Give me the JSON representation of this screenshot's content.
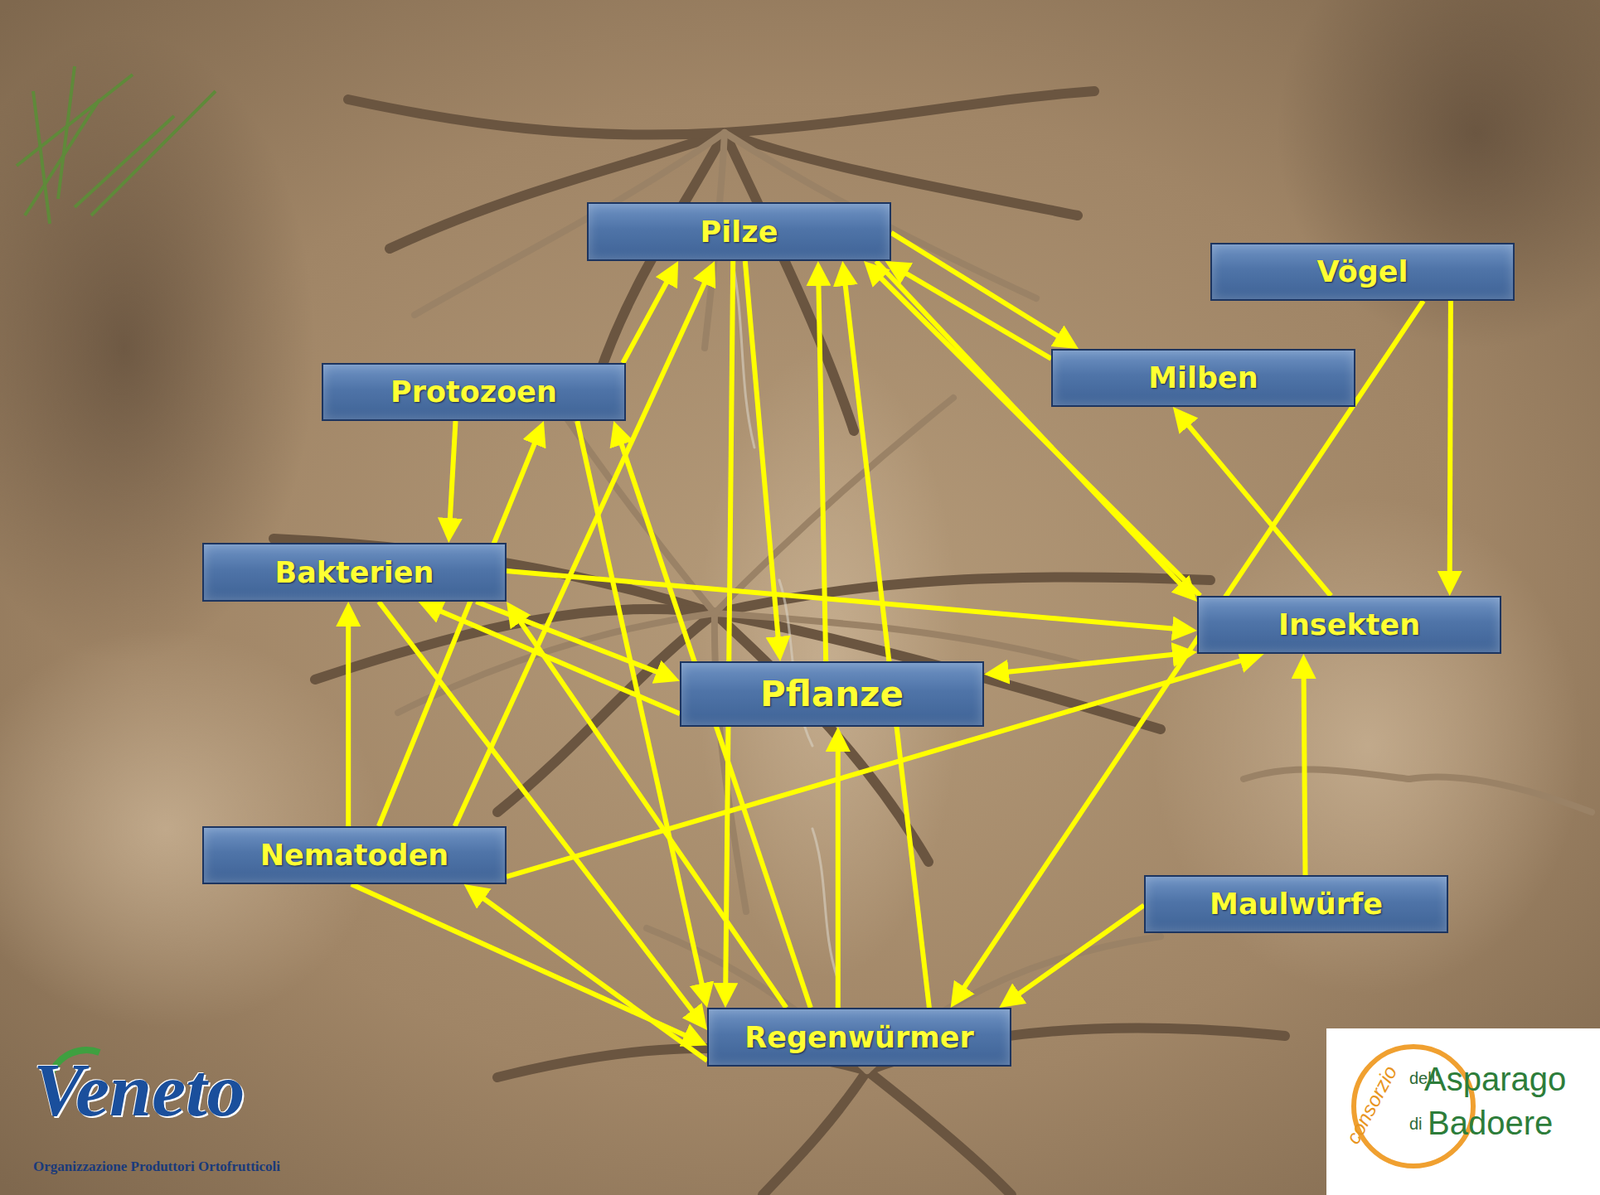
{
  "diagram": {
    "nodes": [
      {
        "text": [
          "Pilze"
        ]
      },
      {
        "text": [
          "Vögel"
        ]
      },
      {
        "text": [
          "Milben"
        ]
      },
      {
        "text": [
          "Protozoen"
        ]
      },
      {
        "text": [
          "Bakterien"
        ]
      },
      {
        "text": [
          "Insekten"
        ]
      },
      {
        "text": [
          "Pflanze"
        ]
      },
      {
        "text": [
          "Nematoden"
        ]
      },
      {
        "text": [
          "Maulwürfe"
        ]
      },
      {
        "text": [
          "Regenwürmer"
        ]
      }
    ],
    "edges": [
      {
        "from": 0,
        "to": 2,
        "arrow": "to"
      },
      {
        "from": 2,
        "to": 0,
        "arrow": "to"
      },
      {
        "from": 3,
        "to": 0,
        "arrow": "to"
      },
      {
        "from": 3,
        "to": 4,
        "arrow": "to"
      },
      {
        "from": 0,
        "to": 6,
        "arrow": "to"
      },
      {
        "from": 6,
        "to": 0,
        "arrow": "to"
      },
      {
        "from": 0,
        "to": 9,
        "arrow": "to"
      },
      {
        "from": 9,
        "to": 0,
        "arrow": "to"
      },
      {
        "from": 0,
        "to": 5,
        "arrow": "to"
      },
      {
        "from": 5,
        "to": 0,
        "arrow": "to"
      },
      {
        "from": 1,
        "to": 5,
        "arrow": "to"
      },
      {
        "from": 1,
        "to": 9,
        "arrow": "to"
      },
      {
        "from": 5,
        "to": 2,
        "arrow": "to"
      },
      {
        "from": 4,
        "to": 5,
        "arrow": "to"
      },
      {
        "from": 5,
        "to": 6,
        "arrow": "both"
      },
      {
        "from": 6,
        "to": 4,
        "arrow": "to"
      },
      {
        "from": 4,
        "to": 6,
        "arrow": "to"
      },
      {
        "from": 4,
        "to": 9,
        "arrow": "to"
      },
      {
        "from": 9,
        "to": 4,
        "arrow": "to"
      },
      {
        "from": 7,
        "to": 4,
        "arrow": "to"
      },
      {
        "from": 7,
        "to": 3,
        "arrow": "to"
      },
      {
        "from": 7,
        "to": 0,
        "arrow": "to"
      },
      {
        "from": 7,
        "to": 5,
        "arrow": "to"
      },
      {
        "from": 7,
        "to": 9,
        "arrow": "to"
      },
      {
        "from": 9,
        "to": 7,
        "arrow": "to"
      },
      {
        "from": 3,
        "to": 9,
        "arrow": "to"
      },
      {
        "from": 9,
        "to": 3,
        "arrow": "to"
      },
      {
        "from": 9,
        "to": 6,
        "arrow": "to"
      },
      {
        "from": 8,
        "to": 5,
        "arrow": "to"
      },
      {
        "from": 8,
        "to": 9,
        "arrow": "to"
      }
    ],
    "labels": [
      "Veneto",
      "Organizzazione Produttori Ortofrutticoli",
      "consorzio",
      "dell'",
      "Asparago",
      "di",
      "Badoere"
    ]
  }
}
